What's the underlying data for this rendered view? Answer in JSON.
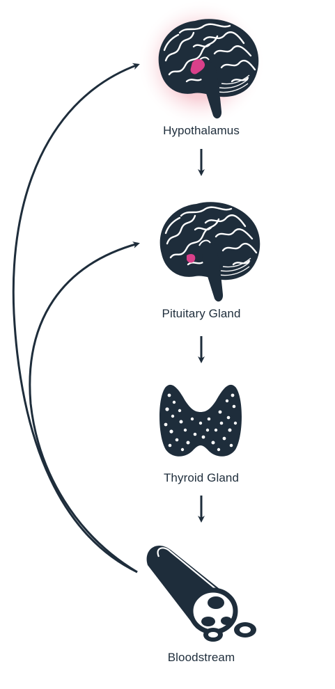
{
  "diagram": {
    "nodes": [
      {
        "id": "hypothalamus",
        "label": "Hypothalamus",
        "icon": "brain-highlighted-icon"
      },
      {
        "id": "pituitary",
        "label": "Pituitary Gland",
        "icon": "brain-icon"
      },
      {
        "id": "thyroid",
        "label": "Thyroid Gland",
        "icon": "thyroid-icon"
      },
      {
        "id": "bloodstream",
        "label": "Bloodstream",
        "icon": "blood-vessel-icon"
      }
    ],
    "edges": [
      {
        "from": "hypothalamus",
        "to": "pituitary"
      },
      {
        "from": "pituitary",
        "to": "thyroid"
      },
      {
        "from": "thyroid",
        "to": "bloodstream"
      },
      {
        "from": "bloodstream",
        "to": "hypothalamus",
        "style": "feedback-curve"
      },
      {
        "from": "bloodstream",
        "to": "pituitary",
        "style": "feedback-curve"
      }
    ]
  },
  "colors": {
    "ink": "#1e2d3b",
    "highlight_glow": "#f2a7b4",
    "accent": "#d9408a",
    "background": "#ffffff"
  }
}
